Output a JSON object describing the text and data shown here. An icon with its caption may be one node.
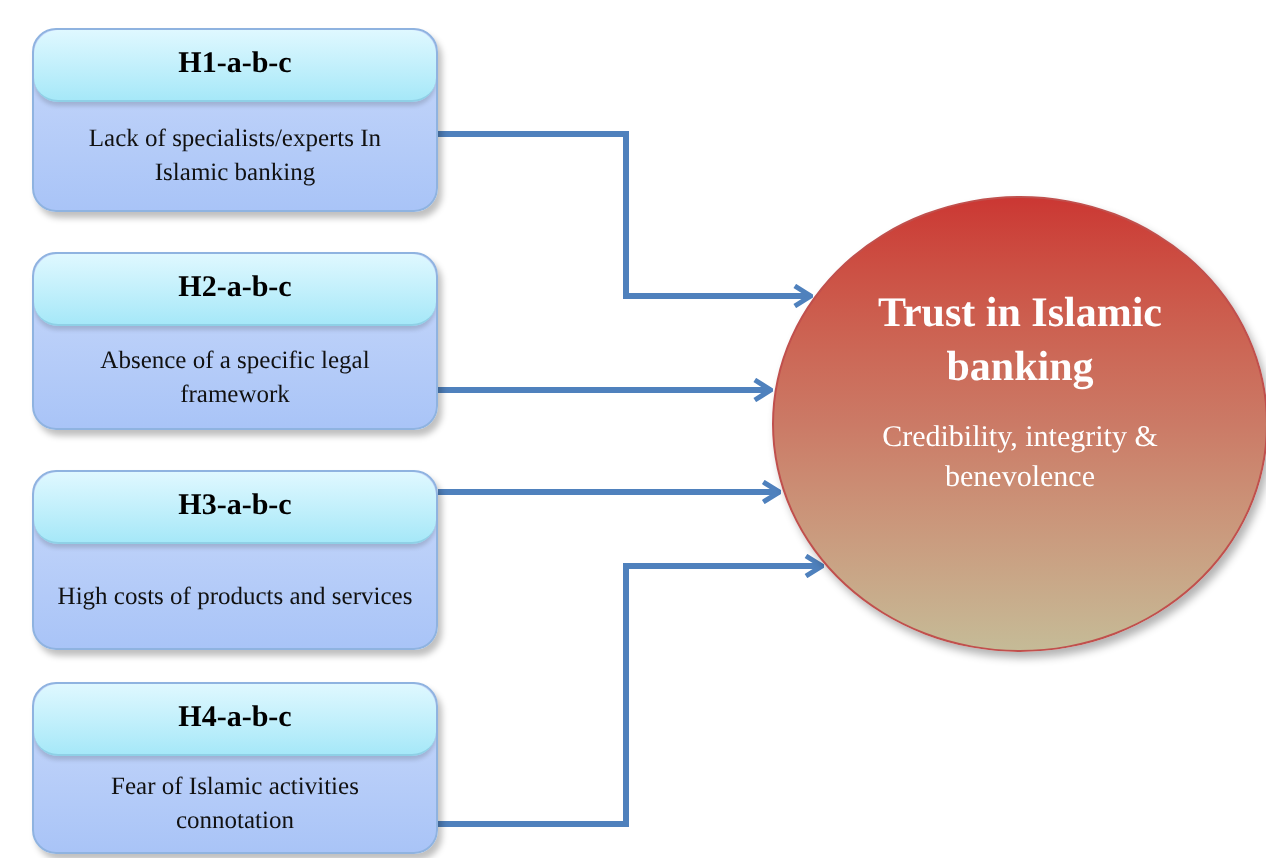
{
  "diagram": {
    "nodes": [
      {
        "text": [
          "H1-a-b-c",
          "Lack of specialists/experts In Islamic banking"
        ]
      },
      {
        "text": [
          "H2-a-b-c",
          "Absence of a specific legal framework"
        ]
      },
      {
        "text": [
          "H3-a-b-c",
          "High costs of products and services"
        ]
      },
      {
        "text": [
          "H4-a-b-c",
          "Fear of Islamic activities connotation"
        ]
      },
      {
        "text": [
          "Trust in Islamic banking",
          "Credibility, integrity & benevolence"
        ]
      }
    ],
    "edges": [
      {
        "from": 0,
        "to": 4,
        "arrow": "to"
      },
      {
        "from": 1,
        "to": 4,
        "arrow": "to"
      },
      {
        "from": 2,
        "to": 4,
        "arrow": "to"
      },
      {
        "from": 3,
        "to": 4,
        "arrow": "to"
      }
    ]
  }
}
